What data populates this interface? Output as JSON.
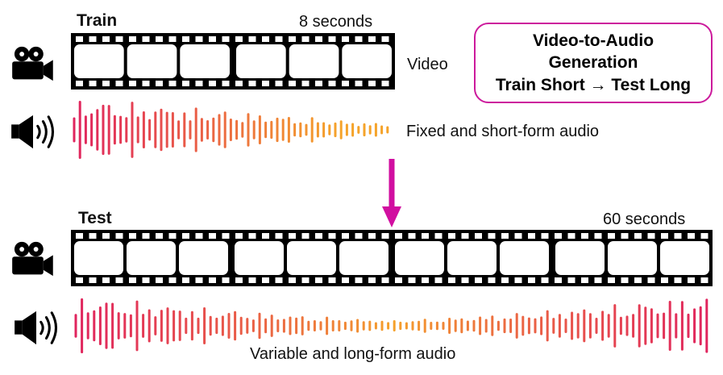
{
  "train": {
    "heading": "Train",
    "duration": "8 seconds",
    "video_label": "Video",
    "audio_label": "Fixed and short-form audio"
  },
  "test": {
    "heading": "Test",
    "duration": "60 seconds",
    "audio_label": "Variable and long-form audio"
  },
  "callout": {
    "line1": "Video-to-Audio",
    "line2": "Generation",
    "line3": "Train Short → Test Long"
  },
  "icons": {
    "camera": "video-camera-icon",
    "speaker": "speaker-icon"
  },
  "colors": {
    "arrow": "#d10fa0",
    "callout_border": "#cc1a9c",
    "wave_red": "#e0245e",
    "wave_orange": "#f5a32a",
    "film": "#000000"
  }
}
